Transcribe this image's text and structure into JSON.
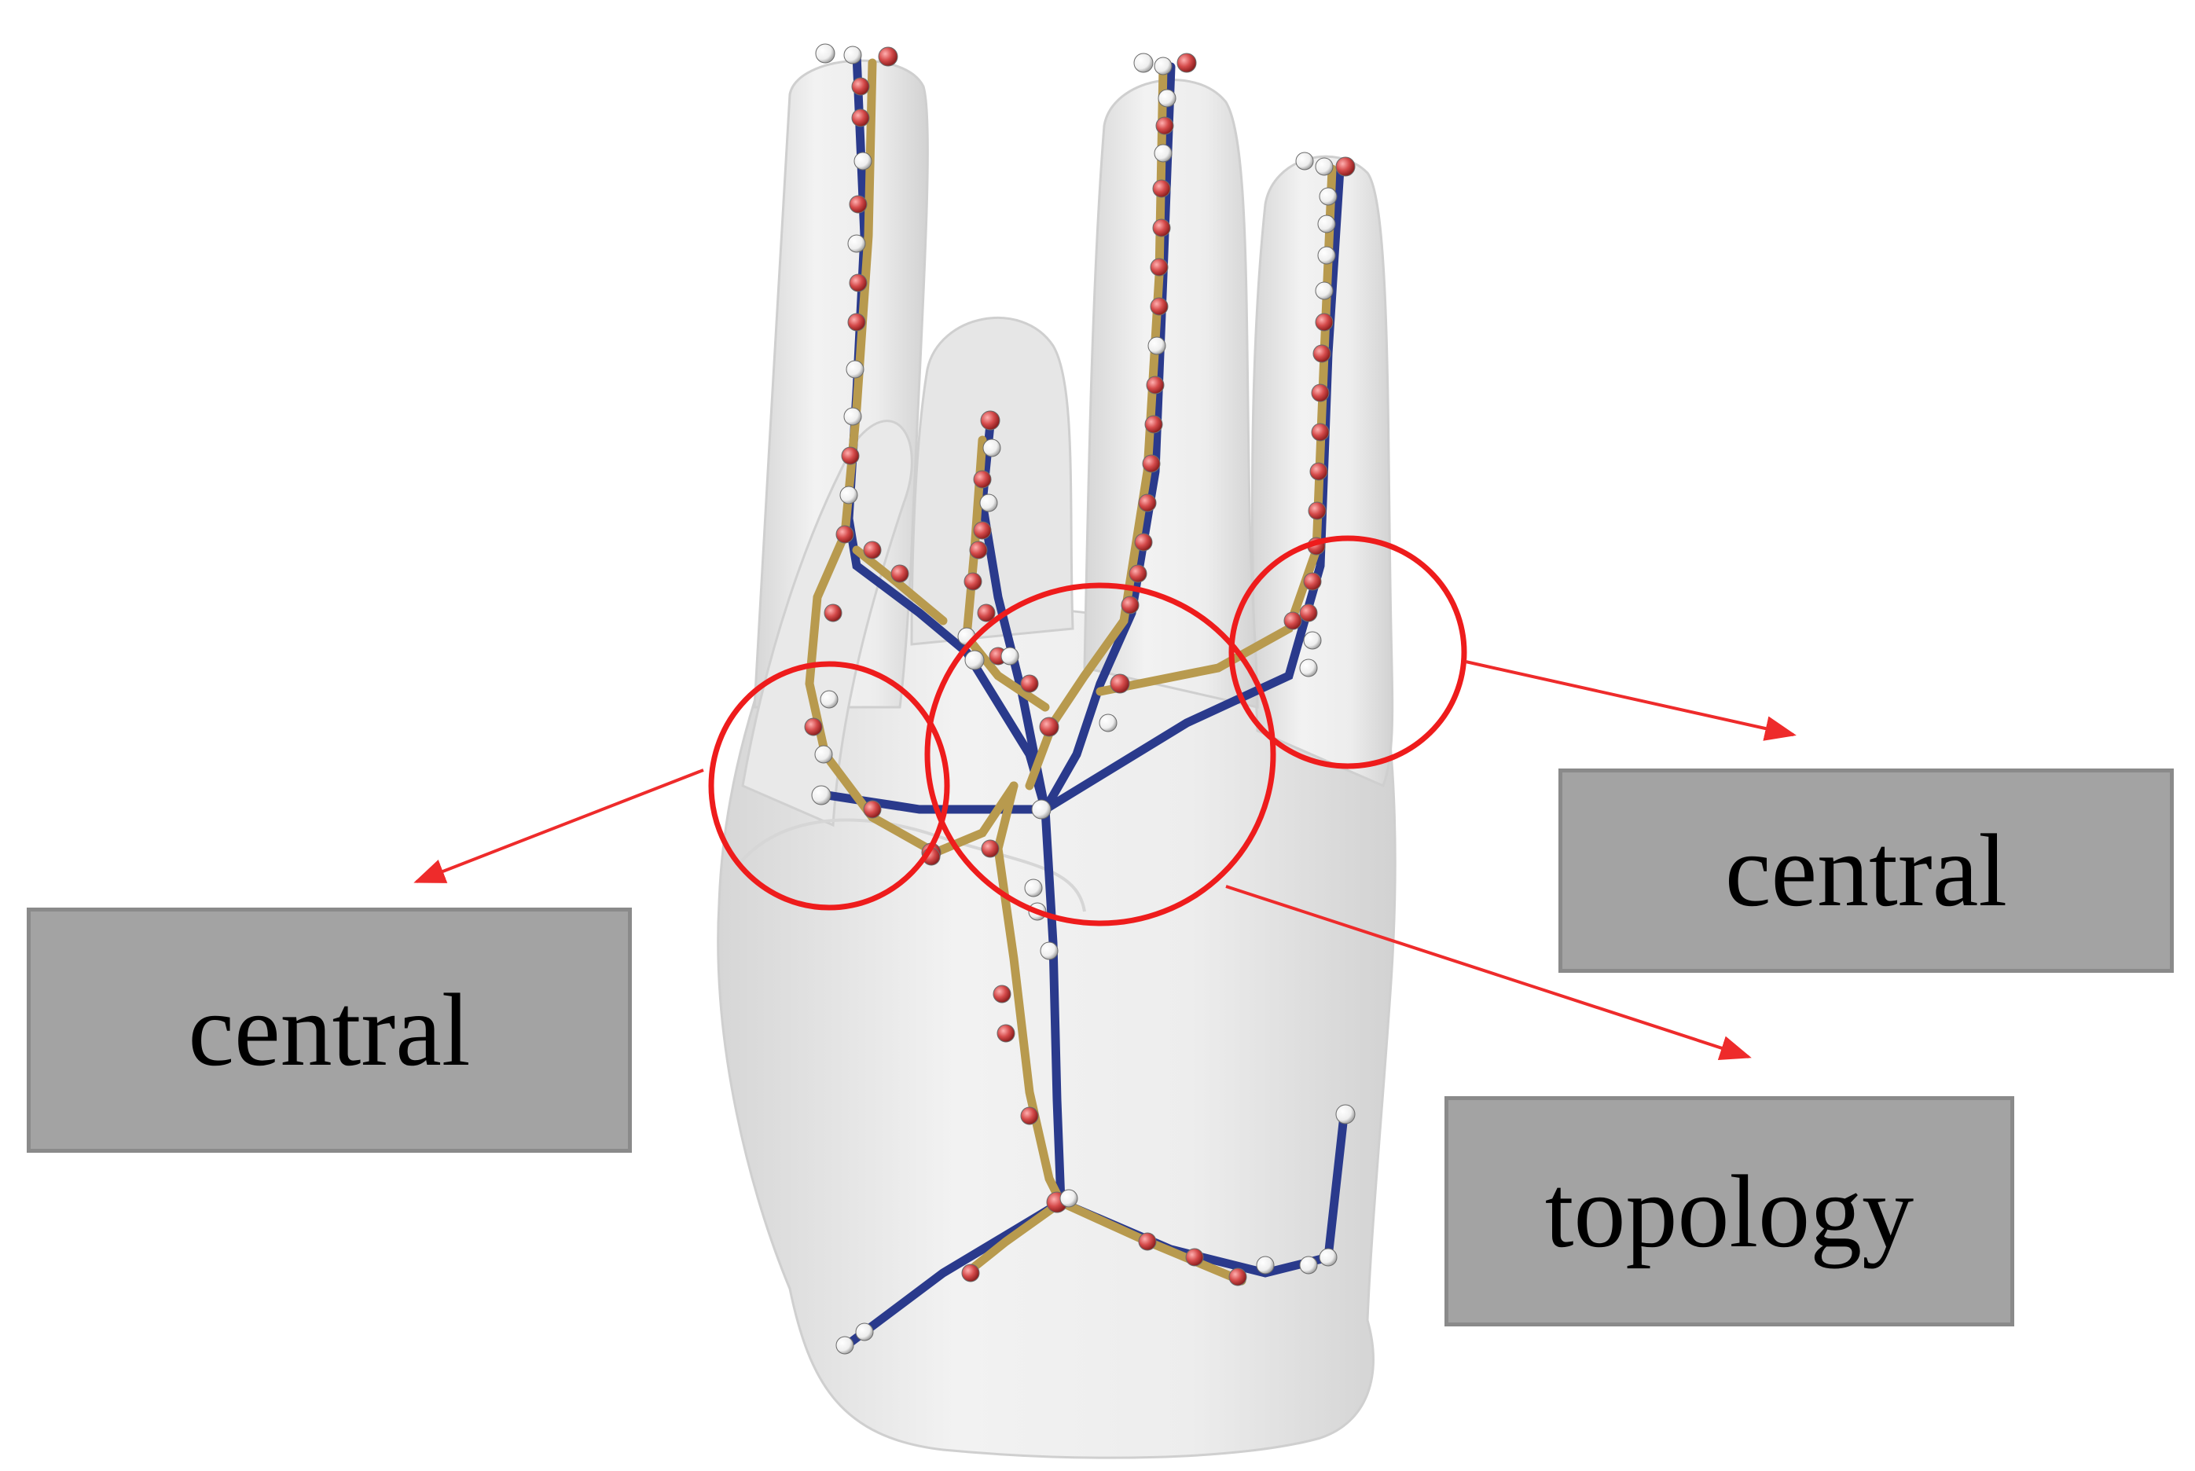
{
  "labels": {
    "left": "central",
    "right": "central",
    "bottom": "topology"
  },
  "colors": {
    "hand": "#eeeeee",
    "hand_shade": "#d9d9d9",
    "bone_gold": "#b89a4e",
    "bone_blue": "#2a3a8c",
    "joint_red": "#d44a4a",
    "joint_white": "#f5f5f5",
    "circle": "#ee1c1c",
    "arrow": "#ee2b2b",
    "box_fill": "#a3a3a3"
  }
}
